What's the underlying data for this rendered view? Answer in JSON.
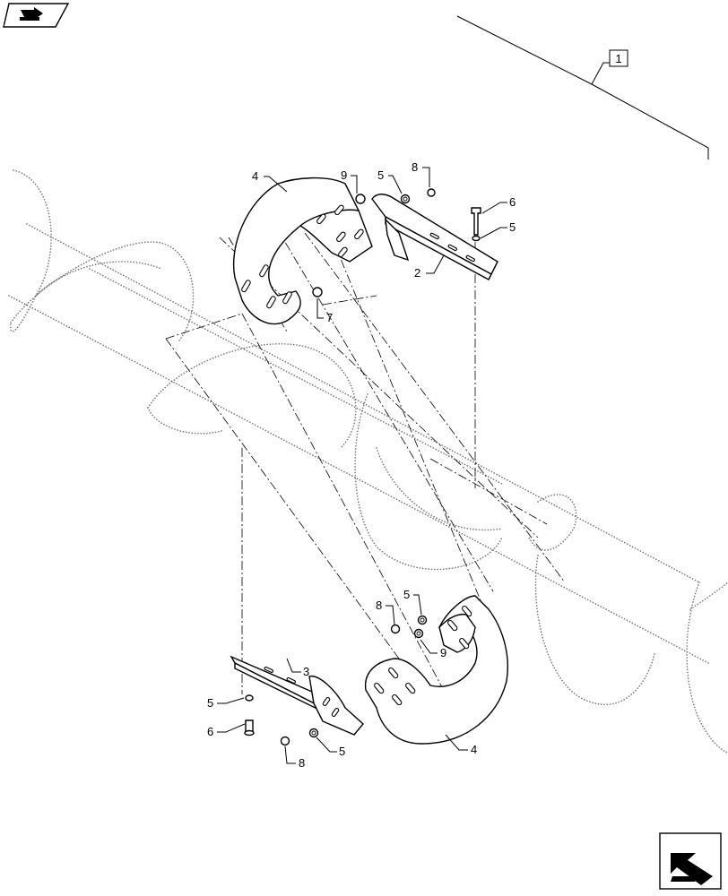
{
  "nav": {
    "top_icon": "book-arrow-icon",
    "bottom_icon": "next-page-arrow-icon"
  },
  "assembly_label": "1",
  "callouts": [
    {
      "key": "c4a",
      "text": "4"
    },
    {
      "key": "c9a",
      "text": "9"
    },
    {
      "key": "c5a",
      "text": "5"
    },
    {
      "key": "c8a",
      "text": "8"
    },
    {
      "key": "c6a",
      "text": "6"
    },
    {
      "key": "c5b",
      "text": "5"
    },
    {
      "key": "c2",
      "text": "2"
    },
    {
      "key": "c7",
      "text": "7"
    },
    {
      "key": "c8b",
      "text": "8"
    },
    {
      "key": "c5c",
      "text": "5"
    },
    {
      "key": "c9b",
      "text": "9"
    },
    {
      "key": "c3",
      "text": "3"
    },
    {
      "key": "c5d",
      "text": "5"
    },
    {
      "key": "c6b",
      "text": "6"
    },
    {
      "key": "c8c",
      "text": "8"
    },
    {
      "key": "c5e",
      "text": "5"
    },
    {
      "key": "c4b",
      "text": "4"
    }
  ]
}
